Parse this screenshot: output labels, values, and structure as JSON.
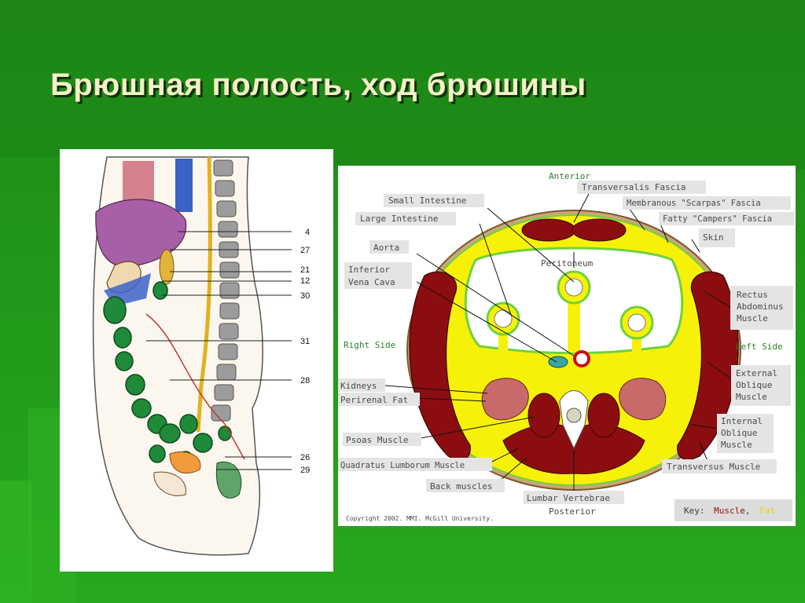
{
  "slide": {
    "title": "Брюшная полость, ход брюшины"
  },
  "sagittal_figure": {
    "labels": [
      "4",
      "27",
      "21",
      "12",
      "30",
      "31",
      "28",
      "26",
      "29"
    ]
  },
  "cross_section": {
    "orientation": {
      "anterior": "Anterior",
      "posterior": "Posterior",
      "right": "Right Side",
      "left": "Left Side"
    },
    "labels": {
      "transversalis_fascia": "Transversalis Fascia",
      "membranous_fascia": "Membranous \"Scarpas\" Fascia",
      "fatty_fascia": "Fatty \"Campers\" Fascia",
      "skin": "Skin",
      "small_intestine": "Small Intestine",
      "large_intestine": "Large Intestine",
      "aorta": "Aorta",
      "ivc_line1": "Inferior",
      "ivc_line2": "Vena Cava",
      "peritoneum": "Peritoneum",
      "rectus_1": "Rectus",
      "rectus_2": "Abdominus",
      "rectus_3": "Muscle",
      "ext_1": "External",
      "ext_2": "Oblique",
      "ext_3": "Muscle",
      "int_1": "Internal",
      "int_2": "Oblique",
      "int_3": "Muscle",
      "transversus": "Transversus Muscle",
      "kidneys": "Kidneys",
      "perirenal": "Perirenal Fat",
      "psoas": "Psoas Muscle",
      "quadratus": "Quadratus Lumborum Muscle",
      "back": "Back muscles",
      "lumbar": "Lumbar Vertebrae"
    },
    "copyright": "Copyright 2002. MMI. McGill University.",
    "key": {
      "label": "Key:",
      "muscle": "Muscle",
      "separator": ",",
      "fat": "Fat"
    },
    "colors": {
      "muscle": "#8b0d10",
      "fat": "#f7f10a",
      "fascia": "#6fd23b",
      "kidney": "#c86a6a",
      "label_bg": "#e4e4e4",
      "label_text": "#4a4a4a",
      "title_text": "#f4f1c6",
      "slide_green": "#229a1a"
    }
  }
}
